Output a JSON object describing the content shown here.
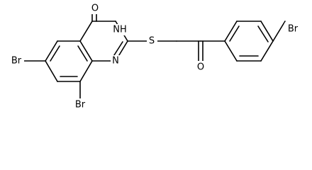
{
  "structure": {
    "atoms": [
      {
        "id": "o_top",
        "text": "O"
      },
      {
        "id": "nh",
        "text": "NH"
      },
      {
        "id": "n",
        "text": "N"
      },
      {
        "id": "s",
        "text": "S"
      },
      {
        "id": "o_ketone",
        "text": "O"
      },
      {
        "id": "br_6",
        "text": "Br"
      },
      {
        "id": "br_8",
        "text": "Br"
      },
      {
        "id": "br_para",
        "text": "Br"
      }
    ]
  },
  "colors": {
    "bond": "#000000",
    "label": "#000000",
    "background": "#ffffff"
  }
}
